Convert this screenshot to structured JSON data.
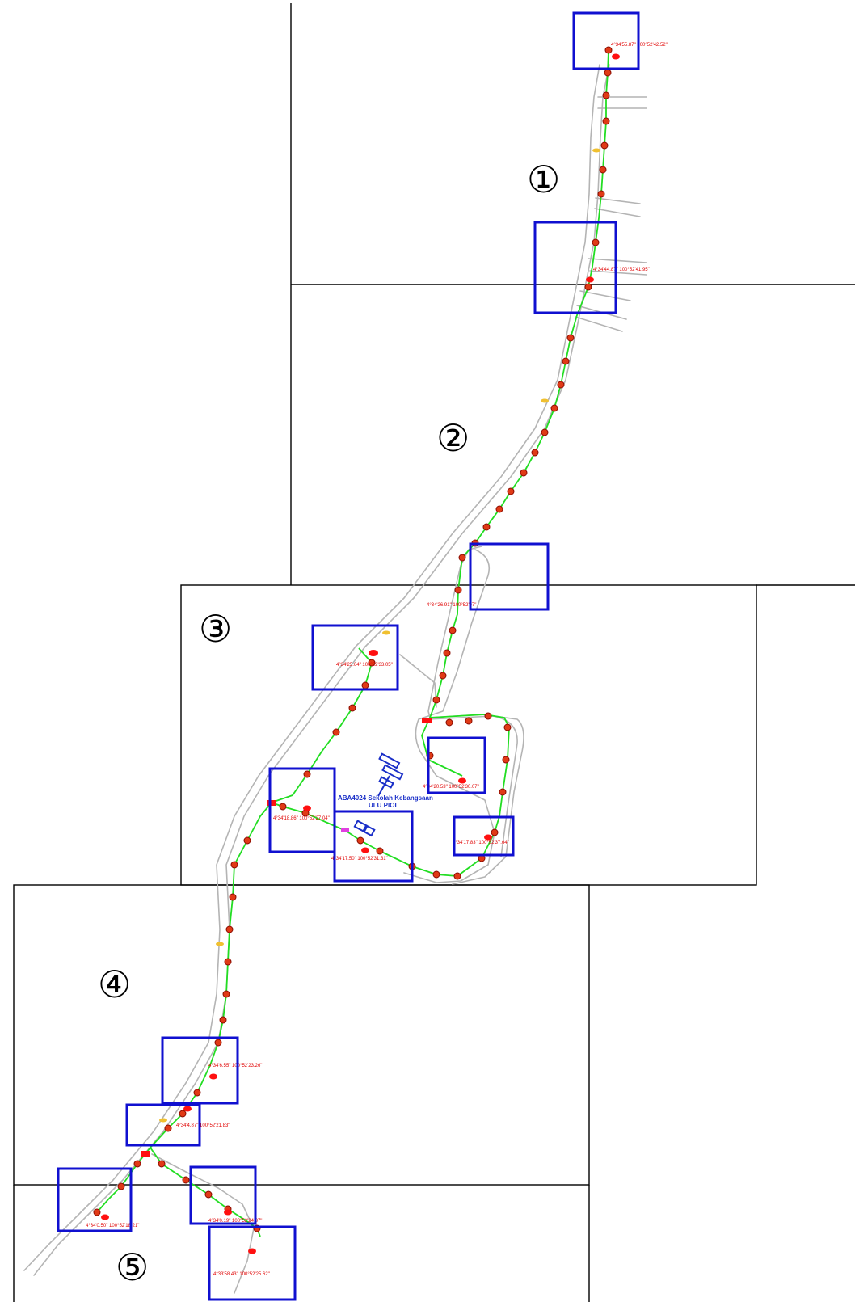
{
  "map": {
    "sections": [
      "①",
      "②",
      "③",
      "④",
      "⑤"
    ],
    "school_label": {
      "line1": "ABA4024 Sekolah Kebangsaan",
      "line2": "ULU PIOL"
    },
    "coordinates": [
      "4°34'55.87\" 100°52'42.52\"",
      "4°34'44.87\" 100°52'41.95\"",
      "4°34'26.91\" 100°52'07\"",
      "4°34'25.64\" 100°52'33.05\"",
      "4°34'20.53\" 100°52'30.07\"",
      "4°34'18.86\" 100°52'27.04\"",
      "4°34'17.50\" 100°52'31.31\"",
      "4°34'17.83\" 100°52'37.64\"",
      "4°34'6.55\" 100°52'23.26\"",
      "4°34'4.87\" 100°52'21.83\"",
      "4°34'0.50\" 100°52'18.21\"",
      "4°34'0.19\" 100°52'24.87\"",
      "4°33'58.43\" 100°52'25.62\""
    ],
    "colors": {
      "sheet_border": "#000000",
      "road": "#b4b4b4",
      "cable_route": "#22dd22",
      "pole": "#e03a16",
      "transformer": "#ff1010",
      "highlight_frame": "#1010d0",
      "coordinate_text": "#e00000",
      "school_text": "#1a2fc8"
    }
  }
}
